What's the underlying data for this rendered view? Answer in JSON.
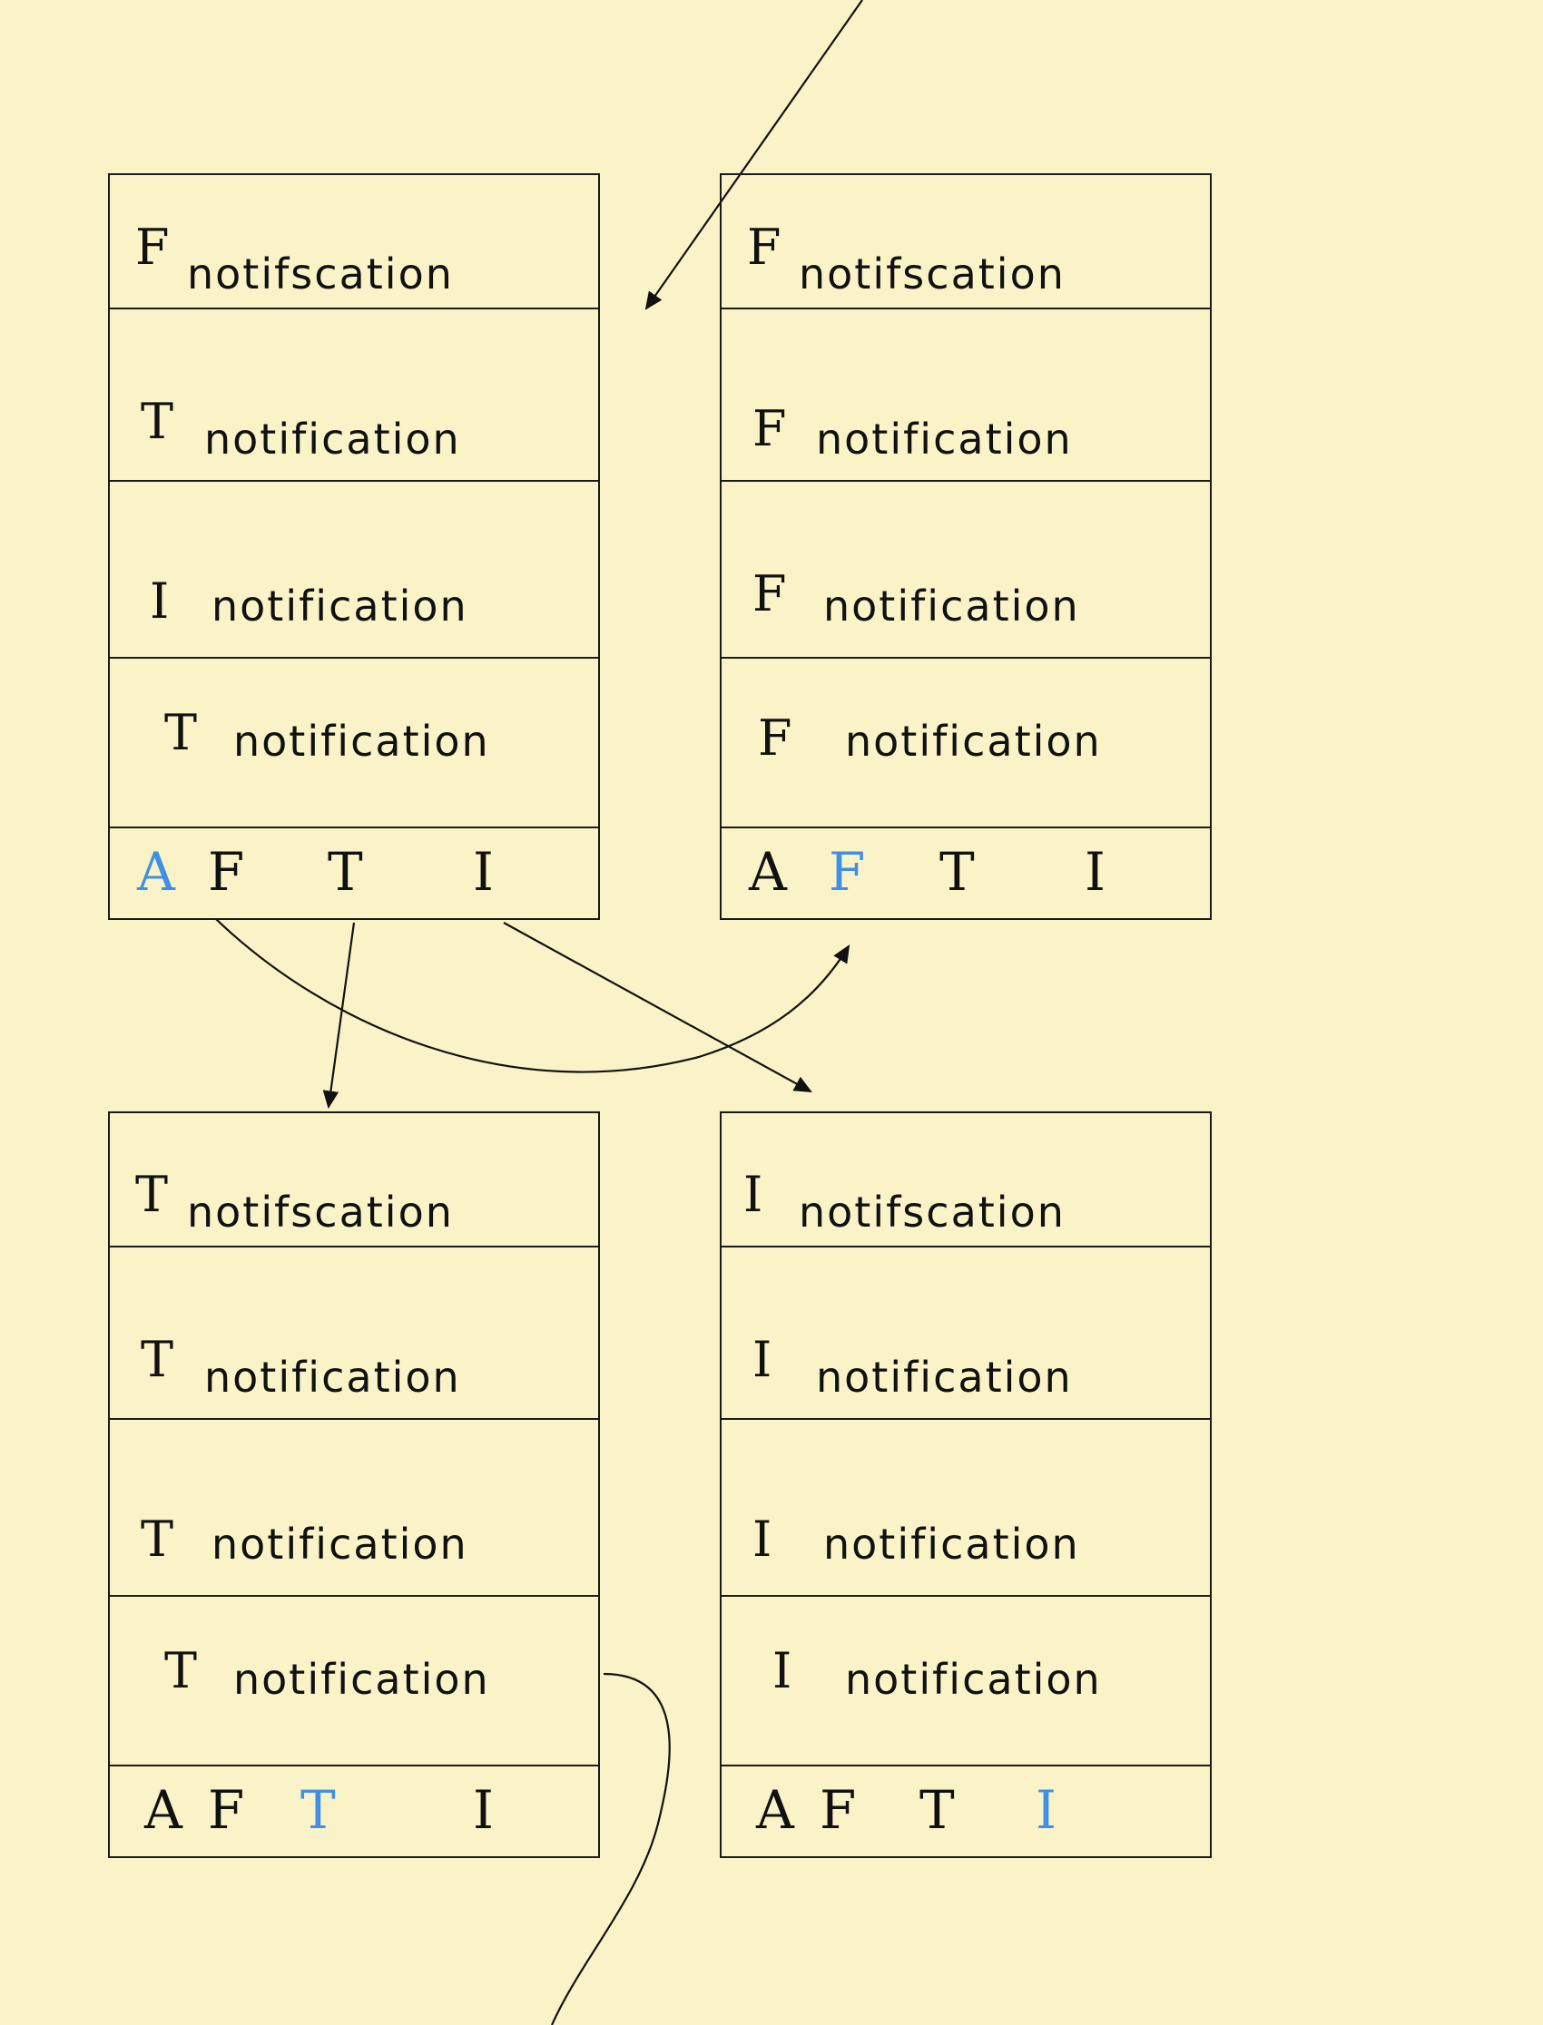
{
  "panels": [
    {
      "rows": [
        {
          "letter": "F",
          "text": "notifscation"
        },
        {
          "letter": "T",
          "text": "notification"
        },
        {
          "letter": "I",
          "text": "notification"
        },
        {
          "letter": "T",
          "text": "notification"
        }
      ],
      "tabs": [
        "A",
        "F",
        "T",
        "I"
      ],
      "active_tab": "A"
    },
    {
      "rows": [
        {
          "letter": "F",
          "text": "notifscation"
        },
        {
          "letter": "F",
          "text": "notification"
        },
        {
          "letter": "F",
          "text": "notification"
        },
        {
          "letter": "F",
          "text": "notification"
        }
      ],
      "tabs": [
        "A",
        "F",
        "T",
        "I"
      ],
      "active_tab": "F"
    },
    {
      "rows": [
        {
          "letter": "T",
          "text": "notifscation"
        },
        {
          "letter": "T",
          "text": "notification"
        },
        {
          "letter": "T",
          "text": "notification"
        },
        {
          "letter": "T",
          "text": "notification"
        }
      ],
      "tabs": [
        "A",
        "F",
        "T",
        "I"
      ],
      "active_tab": "T"
    },
    {
      "rows": [
        {
          "letter": "I",
          "text": "notifscation"
        },
        {
          "letter": "I",
          "text": "notification"
        },
        {
          "letter": "I",
          "text": "notification"
        },
        {
          "letter": "I",
          "text": "notification"
        }
      ],
      "tabs": [
        "A",
        "F",
        "T",
        "I"
      ],
      "active_tab": "I"
    }
  ],
  "colors": {
    "background": "#fbf3c8",
    "ink": "#1a1a1a",
    "active_tab": "#3f8fe6"
  }
}
